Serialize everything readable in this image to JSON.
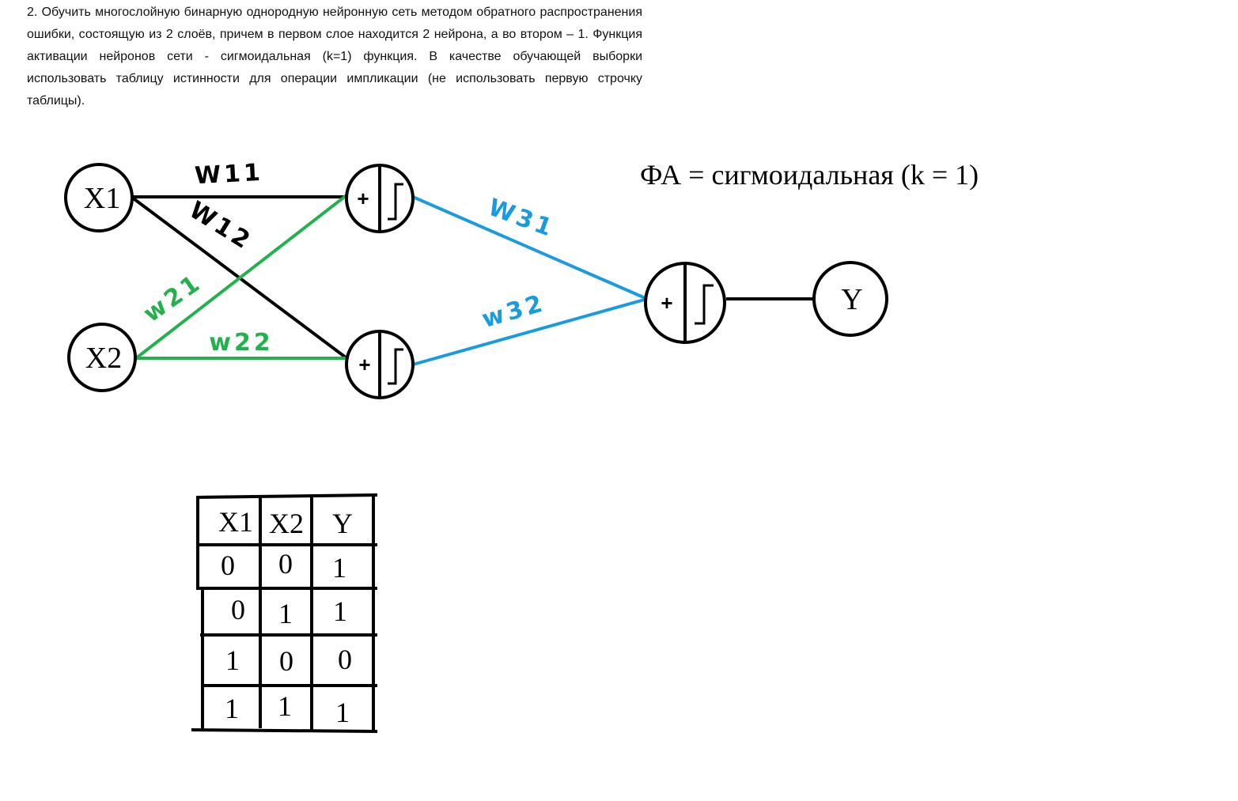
{
  "task": {
    "text": "2. Обучить многослойную бинарную однородную нейронную сеть методом обратного распространения ошибки, состоящую из 2 слоёв, причем в первом слое находится 2 нейрона, а во втором – 1. Функция активации нейронов сети - сигмоидальная (k=1) функция. В качестве обучающей выборки использовать таблицу истинности для операции импликации (не использовать первую строчку таблицы)."
  },
  "network": {
    "inputs": [
      "X1",
      "X2"
    ],
    "output": "Y",
    "plus_symbol": "+",
    "activation_label": "ФА = сигмоидальная (k = 1)",
    "weights": {
      "w11": "W11",
      "w12": "W12",
      "w21": "w21",
      "w22": "w22",
      "w31": "W31",
      "w32": "w32"
    },
    "colors": {
      "black": "#000000",
      "green": "#22b14c",
      "blue": "#1a9be0"
    }
  },
  "truth_table": {
    "headers": [
      "X1",
      "X2",
      "Y"
    ],
    "rows": [
      [
        "0",
        "0",
        "1"
      ],
      [
        "0",
        "1",
        "1"
      ],
      [
        "1",
        "0",
        "0"
      ],
      [
        "1",
        "1",
        "1"
      ]
    ]
  }
}
